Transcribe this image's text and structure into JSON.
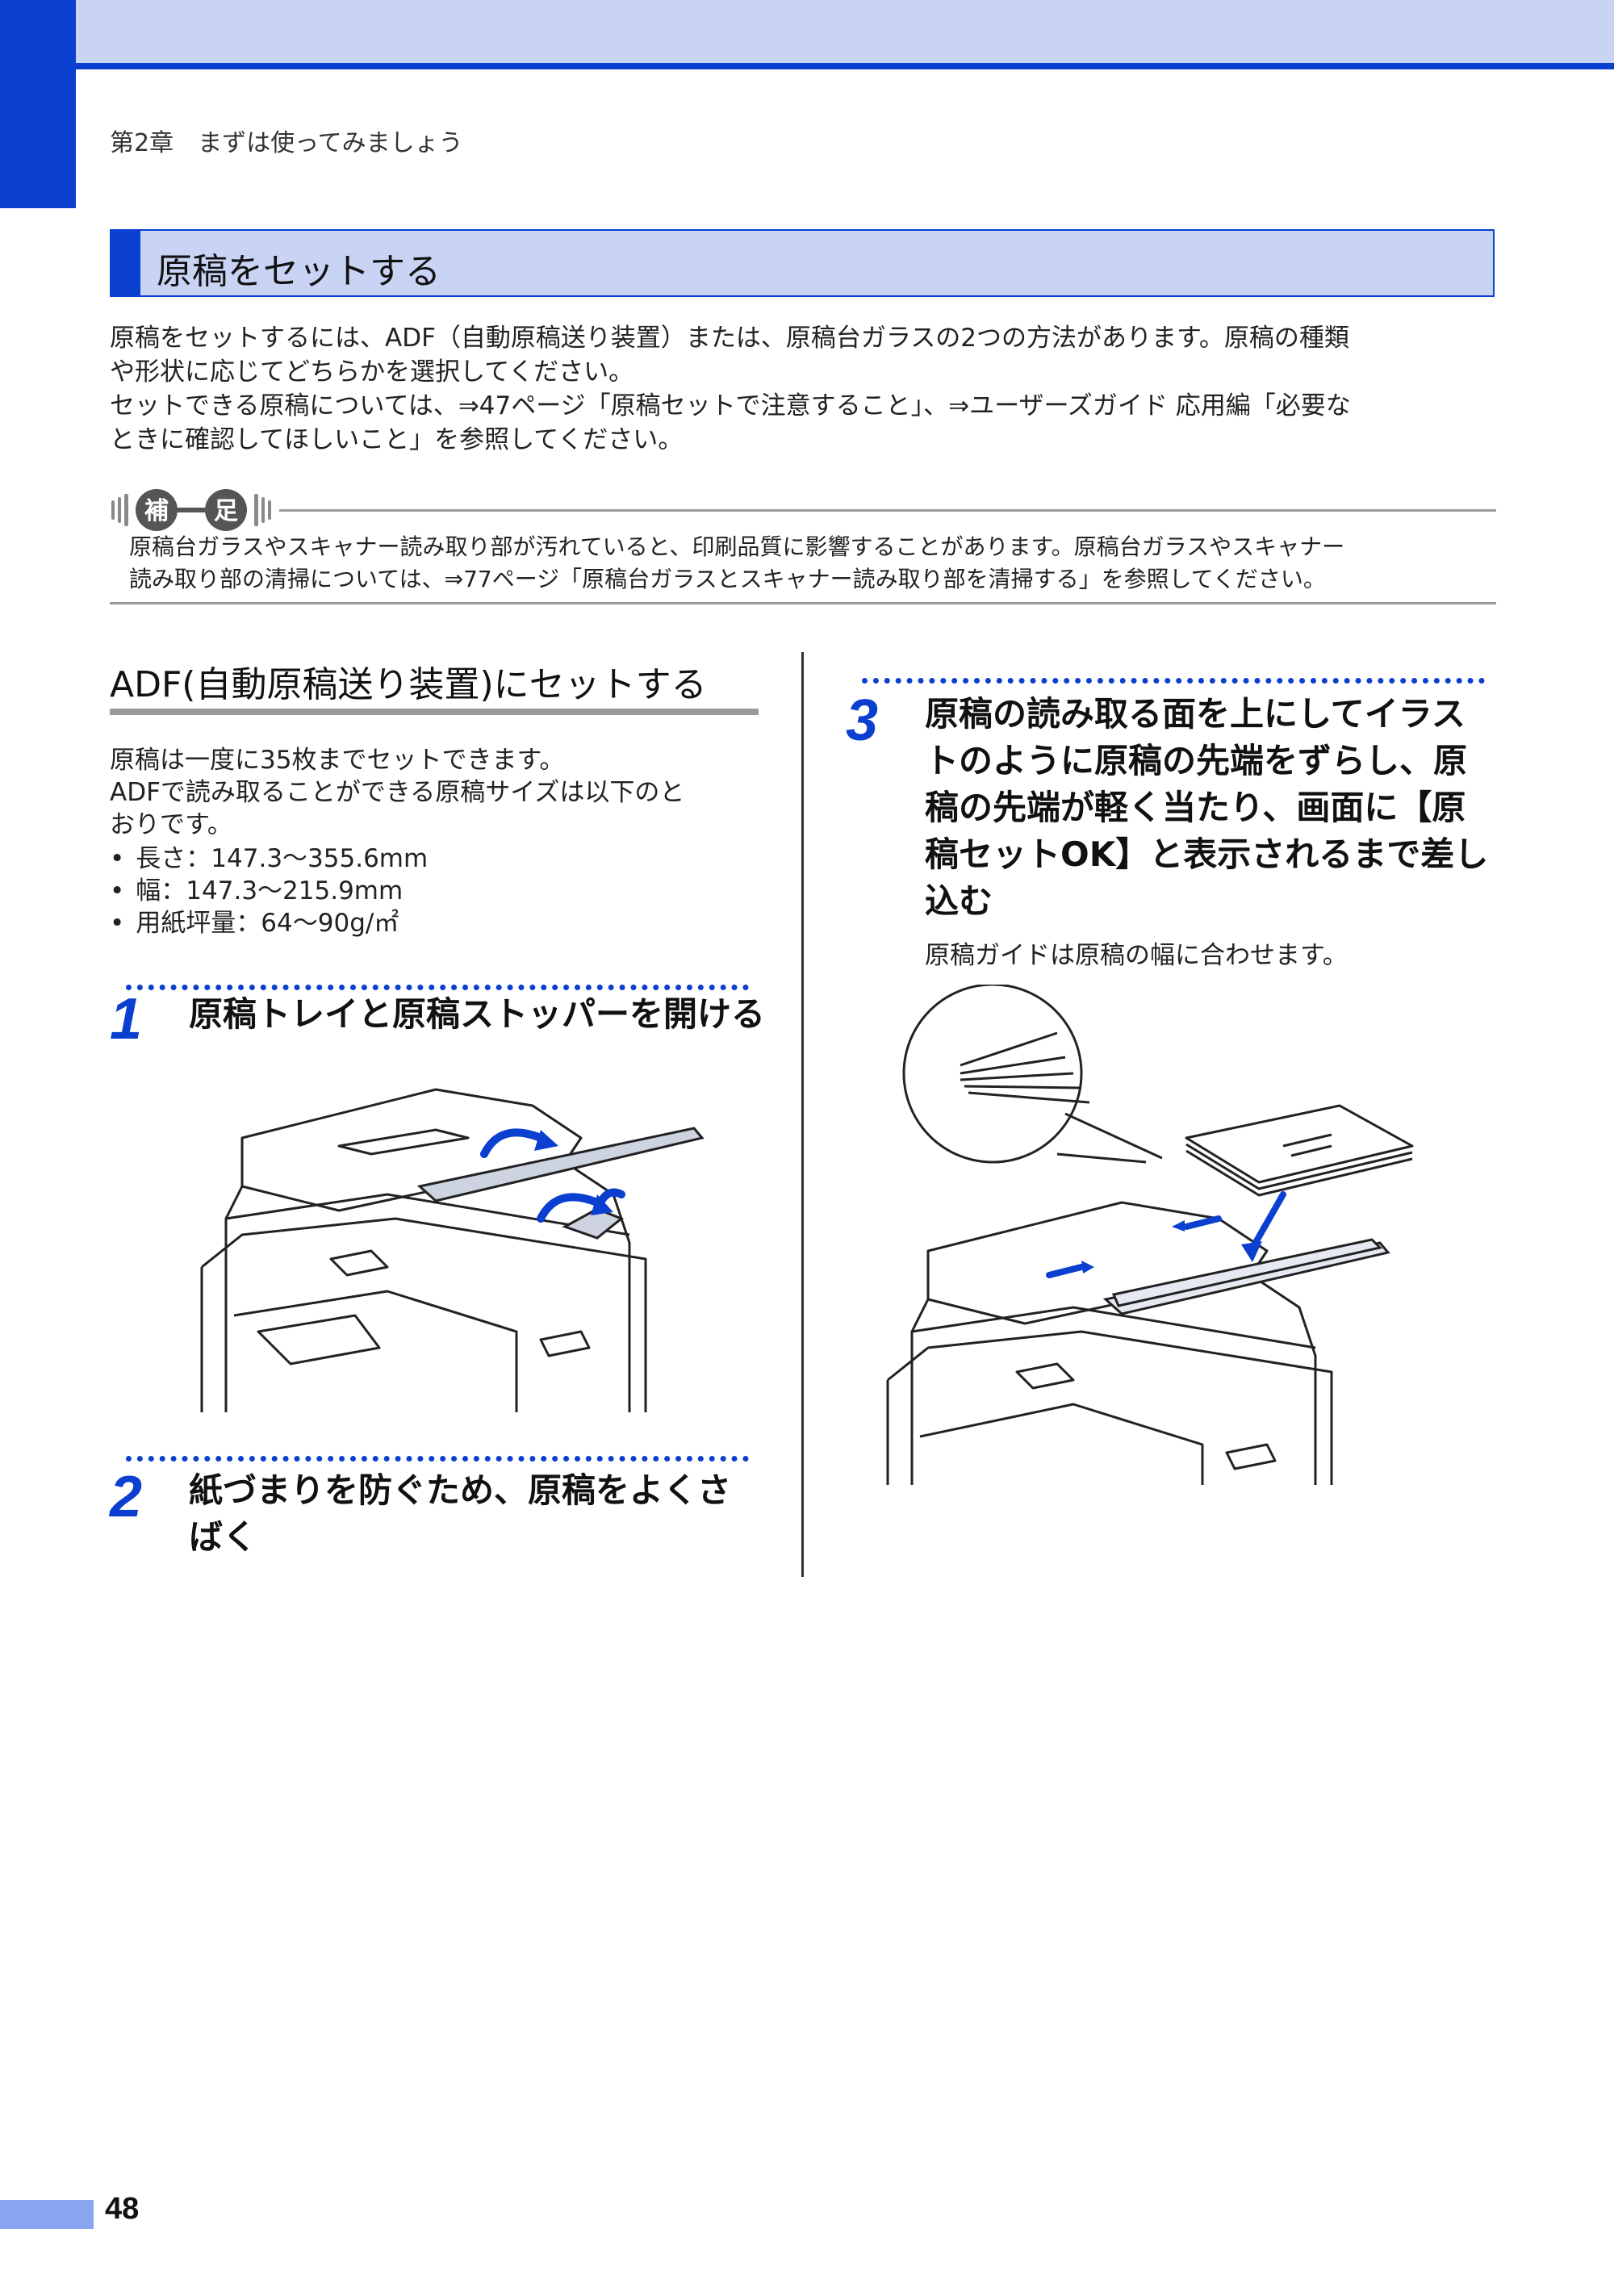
{
  "header": {
    "chapter": "第2章　まずは使ってみましょう"
  },
  "section": {
    "title": "原稿をセットする",
    "intro_lines": [
      "原稿をセットするには、ADF（自動原稿送り装置）または、原稿台ガラスの2つの方法があります。原稿の種類",
      "や形状に応じてどちらかを選択してください。",
      "セットできる原稿については、⇒47ページ「原稿セットで注意すること」、⇒ユーザーズガイド 応用編「必要な",
      "ときに確認してほしいこと」を参照してください。"
    ]
  },
  "note": {
    "badge": "補足",
    "lines": [
      "原稿台ガラスやスキャナー読み取り部が汚れていると、印刷品質に影響することがあります。原稿台ガラスやスキャナー",
      "読み取り部の清掃については、⇒77ページ「原稿台ガラスとスキャナー読み取り部を清掃する」を参照してください。"
    ]
  },
  "adf": {
    "heading": "ADF(自動原稿送り装置)にセットする",
    "lines": [
      "原稿は一度に35枚までセットできます。",
      "ADFで読み取ることができる原稿サイズは以下のと",
      "おりです。"
    ],
    "bullets": [
      "長さ：147.3～355.6mm",
      "幅：147.3～215.9mm",
      "用紙坪量：64～90g/㎡"
    ]
  },
  "steps": [
    {
      "num": "1",
      "text": "原稿トレイと原稿ストッパーを開ける"
    },
    {
      "num": "2",
      "lines": [
        "紙づまりを防ぐため、原稿をよくさ",
        "ばく"
      ]
    },
    {
      "num": "3",
      "lines": [
        "原稿の読み取る面を上にしてイラス",
        "トのように原稿の先端をずらし、原",
        "稿の先端が軽く当たり、画面に【原",
        "稿セットOK】と表示されるまで差し",
        "込む"
      ],
      "sub": "原稿ガイドは原稿の幅に合わせます。"
    }
  ],
  "footer": {
    "page": "48"
  },
  "colors": {
    "accent": "#0a3fcf",
    "band": "#c9d4f5"
  }
}
